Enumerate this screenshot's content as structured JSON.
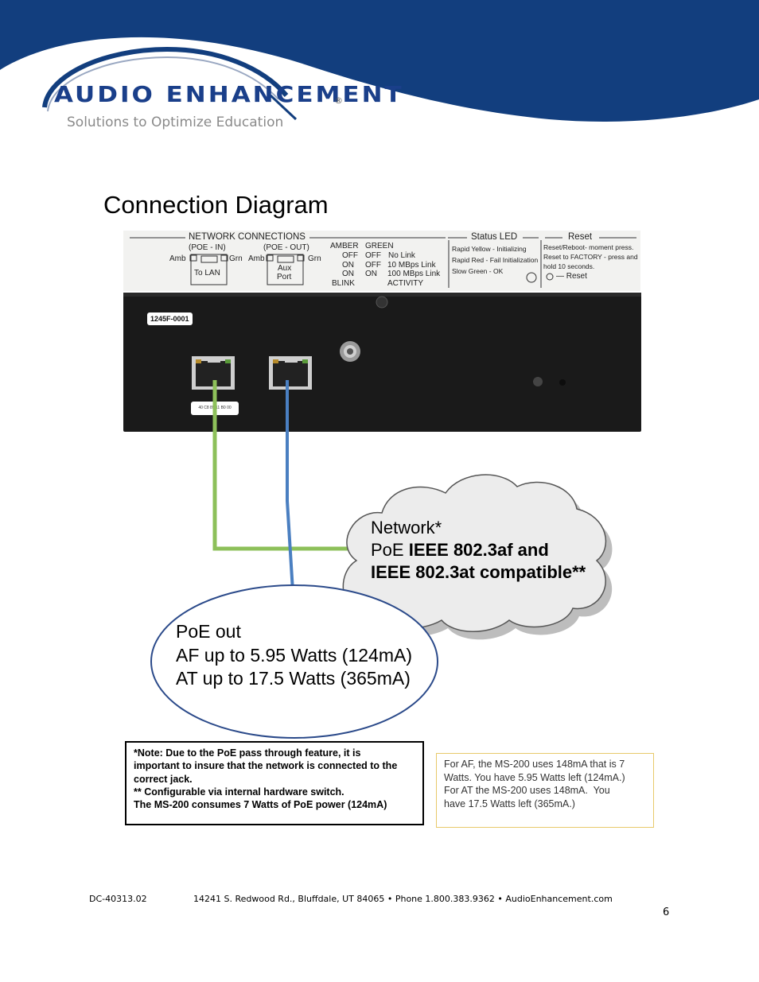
{
  "header": {
    "logo_word": "AUDIO ENHANCEMENT",
    "logo_reg": "®",
    "tagline": "Solutions to Optimize Education"
  },
  "page_title": "Connection Diagram",
  "legend": {
    "network_title": "NETWORK CONNECTIONS",
    "poe_in": "(POE - IN)",
    "poe_out": "(POE - OUT)",
    "amb": "Amb",
    "grn": "Grn",
    "to_lan": "To LAN",
    "aux": "Aux",
    "port": "Port",
    "amber_h": "AMBER",
    "green_h": "GREEN",
    "rows": [
      {
        "a": "OFF",
        "g": "OFF",
        "s": "No Link"
      },
      {
        "a": "ON",
        "g": "OFF",
        "s": "10 MBps Link"
      },
      {
        "a": "ON",
        "g": "ON",
        "s": "100 MBps Link"
      },
      {
        "a": "BLINK",
        "g": "",
        "s": "ACTIVITY"
      }
    ],
    "status_title": "Status LED",
    "status_lines": [
      "Rapid Yellow - Initializing",
      "Rapid Red - Fail Initialization",
      "Slow Green - OK"
    ],
    "reset_title": "Reset",
    "reset_lines": [
      "Reset/Reboot- moment press.",
      "Reset to FACTORY - press and",
      "hold 10 seconds."
    ],
    "reset_label": "— Reset"
  },
  "device": {
    "serial": "1245F-0001",
    "mac": "40 C8 85 11 B0 00"
  },
  "cloud": {
    "line1": "Network*",
    "line2_prefix": "PoE ",
    "line2_bold": "IEEE 802.3af and",
    "line3_bold": "IEEE 802.3at compatible**"
  },
  "oval": {
    "line1": "PoE out",
    "line2": "AF up to 5.95 Watts (124mA)",
    "line3": "AT up to 17.5 Watts (365mA)"
  },
  "note_lines": [
    "*Note: Due to the PoE pass through feature, it is",
    "important to insure that the network is connected to the",
    "correct jack.",
    "** Configurable via internal hardware switch.",
    "The MS-200 consumes 7 Watts of PoE power (124mA)"
  ],
  "calc_lines": [
    "For AF, the MS-200 uses 148mA that is 7",
    "Watts. You have 5.95 Watts left (124mA.)",
    "For AT the MS-200 uses 148mA.  You",
    "have 17.5 Watts left (365mA.)"
  ],
  "footer": {
    "doc_id": "DC-40313.02",
    "address": "14241 S. Redwood Rd., Bluffdale, UT 84065 • Phone 1.800.383.9362 • AudioEnhancement.com",
    "page": "6"
  },
  "colors": {
    "header_blue": "#123e7e",
    "logo_blue": "#1a3f8a",
    "green_cable": "#8dc05a",
    "blue_cable": "#4a7fc1",
    "oval_stroke": "#2b4a8a",
    "calc_border": "#e8c96a"
  }
}
